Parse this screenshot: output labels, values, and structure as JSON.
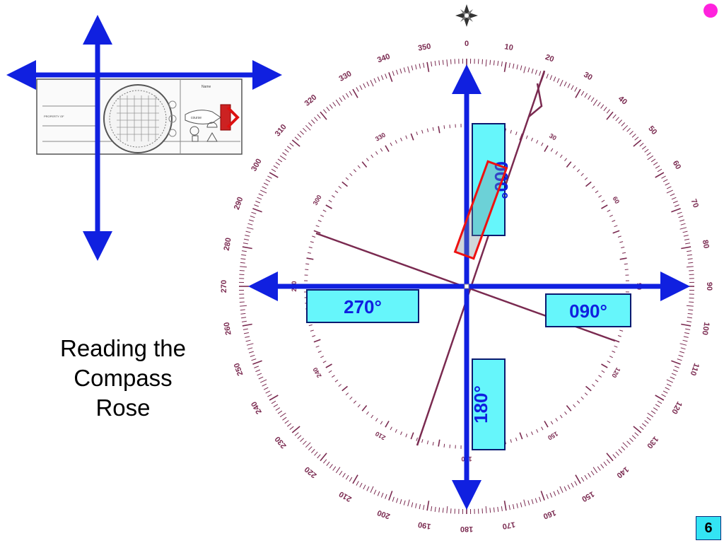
{
  "title": "Reading the\nCompass\nRose",
  "slide_number": "6",
  "labels": {
    "north": "000°",
    "east": "090°",
    "south": "180°",
    "west": "270°"
  },
  "outer_ring_labels": [
    "0",
    "10",
    "20",
    "30",
    "40",
    "50",
    "60",
    "70",
    "80",
    "90",
    "100",
    "110",
    "120",
    "130",
    "140",
    "150",
    "160",
    "170",
    "180",
    "190",
    "200",
    "210",
    "220",
    "230",
    "240",
    "250",
    "260",
    "270",
    "280",
    "290",
    "300",
    "310",
    "320",
    "330",
    "340",
    "350"
  ],
  "inner_ring_labels": [
    "330",
    "30",
    "300",
    "60",
    "270",
    "90",
    "240",
    "120",
    "210",
    "180",
    "150"
  ],
  "plotter_labels": {
    "course": "course",
    "name": "Name",
    "scale_label": "PROPERTY OF"
  },
  "colors": {
    "axis_blue": "#1020e0",
    "label_fill": "#66f6fb",
    "ring_purple": "#7a2a50",
    "highlight_red": "#ee1111",
    "dot_pink": "#ff22dd"
  }
}
